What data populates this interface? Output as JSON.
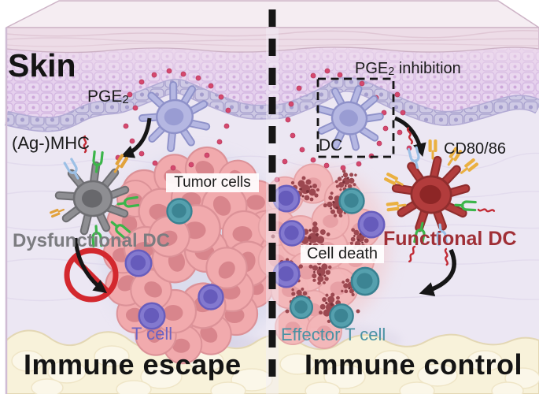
{
  "figure": {
    "skin_label": "Skin",
    "left_panel": {
      "title": "Immune escape",
      "labels": {
        "pge2_base": "PGE",
        "pge2_sub": "2",
        "ag_mhc": "(Ag-)MHC",
        "tumor_cells": "Tumor cells",
        "dysfunctional_dc": "Dysfunctional DC",
        "t_cell": "T cell"
      }
    },
    "right_panel": {
      "title": "Immune control",
      "labels": {
        "pge2_base": "PGE",
        "pge2_sub": "2",
        "pge2_rest": " inhibition",
        "dc": "DC",
        "cd80_86": "CD80/86",
        "cell_death": "Cell death",
        "functional_dc": "Functional DC",
        "effector_t_cell": "Effector T cell"
      }
    },
    "colors": {
      "top_face": "#f5edf2",
      "stratum_corneum": "#eddce7",
      "epidermis": "#e5d0ed",
      "basal_layer": "#cdc8e3",
      "dermis": "#ece7f3",
      "fat_layer": "#f8f2da",
      "tumor_cell": "#f1aaad",
      "dying_tumor_fragment": "#9c4850",
      "dc_purple": "#b5b7e2",
      "dc_gray": "#8e8e92",
      "dc_red": "#b23c3c",
      "t_cell_purple": "#8379cf",
      "effector_t_teal": "#55a0ae",
      "pge2_dot": "#d5486e",
      "prohibition_red": "#d3282e",
      "divider": "#161616",
      "dysfunctional_text": "#7c7c80",
      "functional_text": "#a02f36",
      "t_cell_text": "#6d63c2",
      "effector_text": "#4a92a4"
    },
    "icons": [
      "dendritic-cell-icon",
      "t-cell-icon",
      "effector-t-cell-icon",
      "tumor-cell-cluster-icon",
      "cell-death-fragments-icon",
      "pge2-dot-icon",
      "prohibition-icon",
      "curved-arrow-icon",
      "dashed-divider",
      "dashed-selection-box",
      "mhc-receptor-icon",
      "cd80-86-receptor-icon"
    ]
  }
}
